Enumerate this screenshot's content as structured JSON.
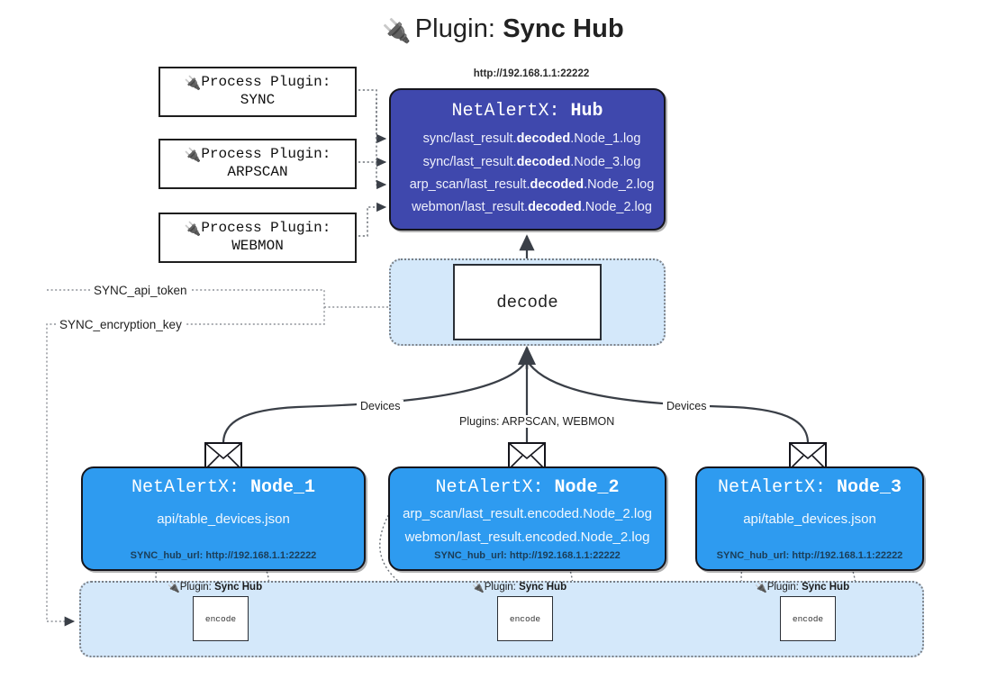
{
  "title": {
    "icon": "plug-icon",
    "glyph": "🔌",
    "prefix": "Plugin: ",
    "name": "Sync Hub"
  },
  "process_plugins": [
    {
      "glyph": "🔌",
      "line1": "Process Plugin:",
      "line2": "SYNC"
    },
    {
      "glyph": "🔌",
      "line1": "Process Plugin:",
      "line2": "ARPSCAN"
    },
    {
      "glyph": "🔌",
      "line1": "Process Plugin:",
      "line2": "WEBMON"
    }
  ],
  "hub": {
    "url": "http://192.168.1.1:22222",
    "title_prefix": "NetAlertX: ",
    "title_name": "Hub",
    "logs": [
      {
        "pre": "sync/last_result.",
        "mid": "decoded",
        "post": ".Node_1.log"
      },
      {
        "pre": "sync/last_result.",
        "mid": "decoded",
        "post": ".Node_3.log"
      },
      {
        "pre": "arp_scan/last_result.",
        "mid": "decoded",
        "post": ".Node_2.log"
      },
      {
        "pre": "webmon/last_result.",
        "mid": "decoded",
        "post": ".Node_2.log"
      }
    ]
  },
  "keys": {
    "api_token": "SYNC_api_token",
    "encryption_key": "SYNC_encryption_key"
  },
  "decode": {
    "label": "decode"
  },
  "edges": {
    "devices_left": "Devices",
    "devices_right": "Devices",
    "plugins_mid": "Plugins: ARPSCAN, WEBMON"
  },
  "nodes": [
    {
      "title_prefix": "NetAlertX: ",
      "title_name": "Node_1",
      "lines": [
        "api/table_devices.json"
      ],
      "footer": "SYNC_hub_url: http://192.168.1.1:22222"
    },
    {
      "title_prefix": "NetAlertX: ",
      "title_name": "Node_2",
      "lines": [
        "arp_scan/last_result.encoded.Node_2.log",
        "webmon/last_result.encoded.Node_2.log"
      ],
      "footer": "SYNC_hub_url: http://192.168.1.1:22222"
    },
    {
      "title_prefix": "NetAlertX: ",
      "title_name": "Node_3",
      "lines": [
        "api/table_devices.json"
      ],
      "footer": "SYNC_hub_url: http://192.168.1.1:22222"
    }
  ],
  "encoders": [
    {
      "glyph": "🔌",
      "label_prefix": "Plugin: ",
      "label_name": "Sync Hub",
      "box": "encode"
    },
    {
      "glyph": "🔌",
      "label_prefix": "Plugin: ",
      "label_name": "Sync Hub",
      "box": "encode"
    },
    {
      "glyph": "🔌",
      "label_prefix": "Plugin: ",
      "label_name": "Sync Hub",
      "box": "encode"
    }
  ],
  "colors": {
    "hub_fill": "#3f48ad",
    "node_fill": "#2e9bf0",
    "zone_fill": "#d4e8fa",
    "stroke": "#15151c"
  }
}
